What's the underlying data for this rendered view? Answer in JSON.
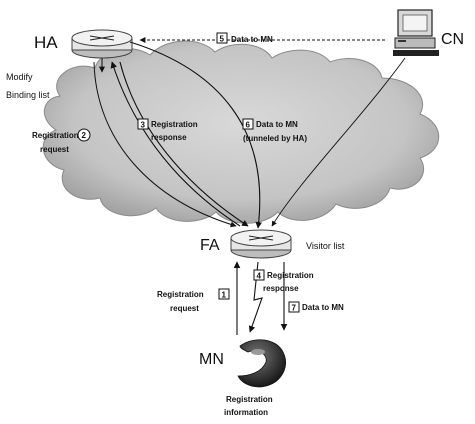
{
  "nodes": {
    "ha": "HA",
    "cn": "CN",
    "fa": "FA",
    "mn": "MN"
  },
  "labels": {
    "modify_line1": "Modify",
    "modify_line2": "Binding list",
    "registration_request_top_line1": "Registration",
    "registration_request_top_line2": "request",
    "registration_response_top_line1": "Registration",
    "registration_response_top_line2": "response",
    "data_tunneled_line1": "Data to MN",
    "data_tunneled_line2": "(tunneled by HA)",
    "data_cn_to_mn": "Data to MN",
    "visitor_list": "Visitor list",
    "registration_response_bottom_line1": "Registration",
    "registration_response_bottom_line2": "response",
    "registration_request_bottom_line1": "Registration",
    "registration_request_bottom_line2": "request",
    "data_fa_to_mn": "Data to MN",
    "registration_info_line1": "Registration",
    "registration_info_line2": "information"
  },
  "step_numbers": {
    "cn_data": "5",
    "reg_request_top": "2",
    "reg_response_top": "3",
    "data_tunneled": "6",
    "reg_response_bottom": "4",
    "reg_request_bottom": "1",
    "data_fa_mn": "7"
  },
  "colors": {
    "ink": "#111111",
    "cloud_fill": "#c8c8c8",
    "cloud_shade": "#9a9a9a",
    "router_fill": "#e6e6e6"
  },
  "icons": {
    "ha_router": "router-icon",
    "fa_router": "router-icon",
    "cn_host": "computer-icon",
    "mn_device": "mobile-node-icon"
  }
}
